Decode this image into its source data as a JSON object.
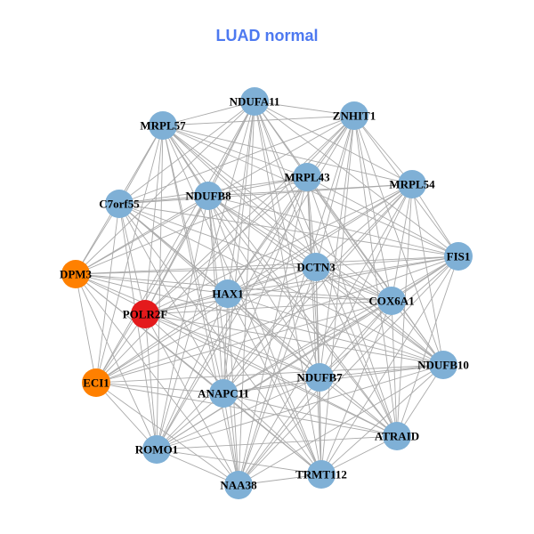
{
  "title": "LUAD normal",
  "colors": {
    "title": "#4d79f0",
    "default": "#7fb0d6",
    "orange": "#ff8000",
    "red": "#e41a1c",
    "edge": "#aaaaaa"
  },
  "nodes": [
    {
      "name": "NDUFA11",
      "color": "default"
    },
    {
      "name": "ZNHIT1",
      "color": "default"
    },
    {
      "name": "MRPL57",
      "color": "default"
    },
    {
      "name": "MRPL43",
      "color": "default"
    },
    {
      "name": "MRPL54",
      "color": "default"
    },
    {
      "name": "NDUFB8",
      "color": "default"
    },
    {
      "name": "C7orf55",
      "color": "default"
    },
    {
      "name": "FIS1",
      "color": "default"
    },
    {
      "name": "DCTN3",
      "color": "default"
    },
    {
      "name": "DPM3",
      "color": "orange"
    },
    {
      "name": "HAX1",
      "color": "default"
    },
    {
      "name": "COX6A1",
      "color": "default"
    },
    {
      "name": "POLR2F",
      "color": "red"
    },
    {
      "name": "NDUFB10",
      "color": "default"
    },
    {
      "name": "NDUFB7",
      "color": "default"
    },
    {
      "name": "ECI1",
      "color": "orange"
    },
    {
      "name": "ANAPC11",
      "color": "default"
    },
    {
      "name": "ATRAID",
      "color": "default"
    },
    {
      "name": "ROMO1",
      "color": "default"
    },
    {
      "name": "NAA38",
      "color": "default"
    },
    {
      "name": "TRMT112",
      "color": "default"
    }
  ]
}
